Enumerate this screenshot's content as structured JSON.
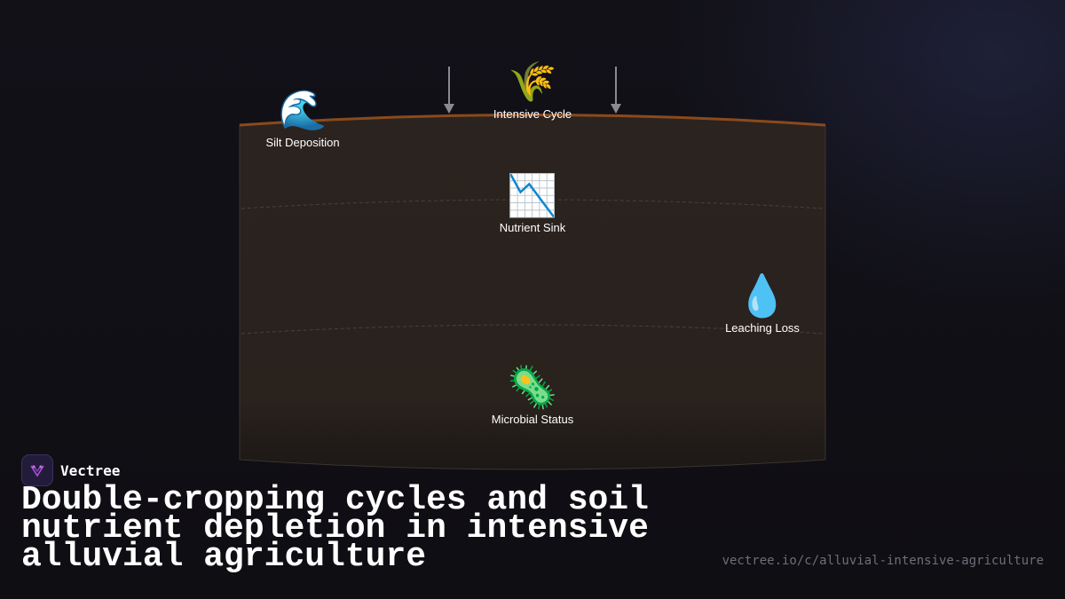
{
  "brand": {
    "name": "Vectree",
    "logo_icon": "vectree-logo-icon",
    "accent": "#b04ddb"
  },
  "diagram": {
    "nodes": [
      {
        "id": "silt",
        "icon": "wave-icon",
        "glyph": "🌊",
        "label": "Silt Deposition"
      },
      {
        "id": "cycle",
        "icon": "wheat-icon",
        "glyph": "🌾",
        "label": "Intensive Cycle"
      },
      {
        "id": "sink",
        "icon": "chart-decreasing-icon",
        "glyph": "📉",
        "label": "Nutrient Sink"
      },
      {
        "id": "leach",
        "icon": "droplet-icon",
        "glyph": "💧",
        "label": "Leaching Loss"
      },
      {
        "id": "microbe",
        "icon": "microbe-icon",
        "glyph": "🦠",
        "label": "Microbial Status"
      }
    ],
    "colors": {
      "soil_fill": "#2a221e",
      "soil_edge": "#3c342f",
      "topsoil_line": "#8a4a1c",
      "arrow": "#8a8a90"
    }
  },
  "headline": "Double-cropping cycles and soil nutrient depletion in intensive alluvial agriculture",
  "footer": {
    "url": "vectree.io/c/alluvial-intensive-agriculture"
  }
}
